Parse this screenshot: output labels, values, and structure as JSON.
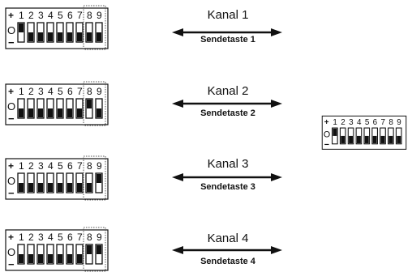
{
  "switch": {
    "numbers": [
      "1",
      "2",
      "3",
      "4",
      "5",
      "6",
      "7",
      "8",
      "9"
    ],
    "plus_label": "+",
    "minus_label": "−",
    "off_label": "O"
  },
  "channels": [
    {
      "title": "Kanal 1",
      "key_label": "Sendetaste 1",
      "switch_states": [
        1,
        0,
        0,
        0,
        0,
        0,
        0,
        0,
        0
      ]
    },
    {
      "title": "Kanal 2",
      "key_label": "Sendetaste 2",
      "switch_states": [
        0,
        0,
        0,
        0,
        0,
        0,
        0,
        1,
        0
      ]
    },
    {
      "title": "Kanal 3",
      "key_label": "Sendetaste 3",
      "switch_states": [
        0,
        0,
        0,
        0,
        0,
        0,
        0,
        0,
        1
      ]
    },
    {
      "title": "Kanal 4",
      "key_label": "Sendetaste 4",
      "switch_states": [
        0,
        0,
        0,
        0,
        0,
        0,
        0,
        1,
        1
      ]
    }
  ],
  "reference_switch": {
    "switch_states": [
      1,
      0,
      0,
      0,
      0,
      0,
      0,
      0,
      0
    ]
  },
  "colors": {
    "ink": "#111111",
    "dotted_box": "#555555"
  }
}
